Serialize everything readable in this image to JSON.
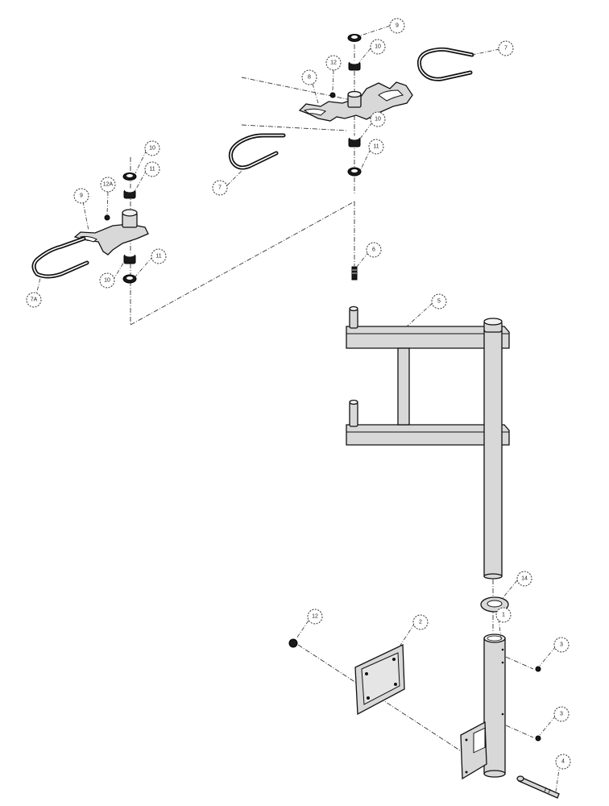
{
  "callouts": {
    "c9_top": "9",
    "c10_top": "10",
    "c7_right": "7",
    "c12": "12",
    "c8": "8",
    "c10_mid": "10",
    "c11_mid": "11",
    "c7_left": "7",
    "c10_left": "10",
    "c11_left_top": "11",
    "c12A": "12A",
    "c9_left": "9",
    "c7A": "7A",
    "c10_left_bottom": "10",
    "c11_left_bottom": "11",
    "c6": "6",
    "c5": "5",
    "c14": "14",
    "c1": "1",
    "c12_bottom": "12",
    "c2": "2",
    "c3_top": "3",
    "c3_bottom": "3",
    "c4": "4"
  }
}
